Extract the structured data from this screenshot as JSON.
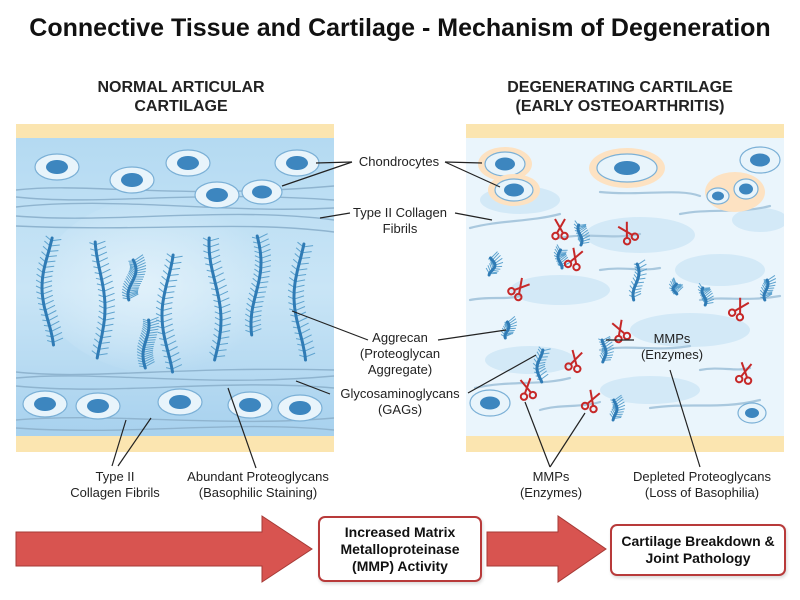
{
  "title": "Connective Tissue and Cartilage - Mechanism of Degeneration",
  "left_panel": {
    "title_lines": [
      "NORMAL ARTICULAR",
      "CARTILAGE"
    ]
  },
  "right_panel": {
    "title_lines": [
      "DEGENERATING CARTILAGE",
      "(EARLY OSTEOARTHRITIS)"
    ]
  },
  "labels": {
    "chondrocytes": "Chondrocytes",
    "collagen_center": [
      "Type II Collagen",
      "Fibrils"
    ],
    "aggrecan": [
      "Aggrecan",
      "(Proteoglycan",
      "Aggregate)"
    ],
    "gags": [
      "Glycosaminoglycans",
      "(GAGs)"
    ],
    "mmps_right": [
      "MMPs",
      "(Enzymes)"
    ],
    "collagen_bottom": [
      "Type II",
      "Collagen Fibrils"
    ],
    "abundant": [
      "Abundant Proteoglycans",
      "(Basophilic Staining)"
    ],
    "mmps_bottom": [
      "MMPs",
      "(Enzymes)"
    ],
    "depleted": [
      "Depleted Proteoglycans",
      "(Loss of Basophilia)"
    ]
  },
  "flow": {
    "step1_lines": [
      "Increased Matrix",
      "Metalloproteinase",
      "(MMP) Activity"
    ],
    "step2_lines": [
      "Cartilage Breakdown &",
      "Joint Pathology"
    ]
  },
  "colors": {
    "bone_layer": "#fbe5b0",
    "normal_matrix": "#a9d3ef",
    "degenerated_matrix": "#eaf5fc",
    "cell_nucleus": "#3d86bf",
    "proteoglycan": "#2f7bb5",
    "enzyme": "#c62828",
    "arrow": "#d85450",
    "box_border": "#b83a3a"
  }
}
